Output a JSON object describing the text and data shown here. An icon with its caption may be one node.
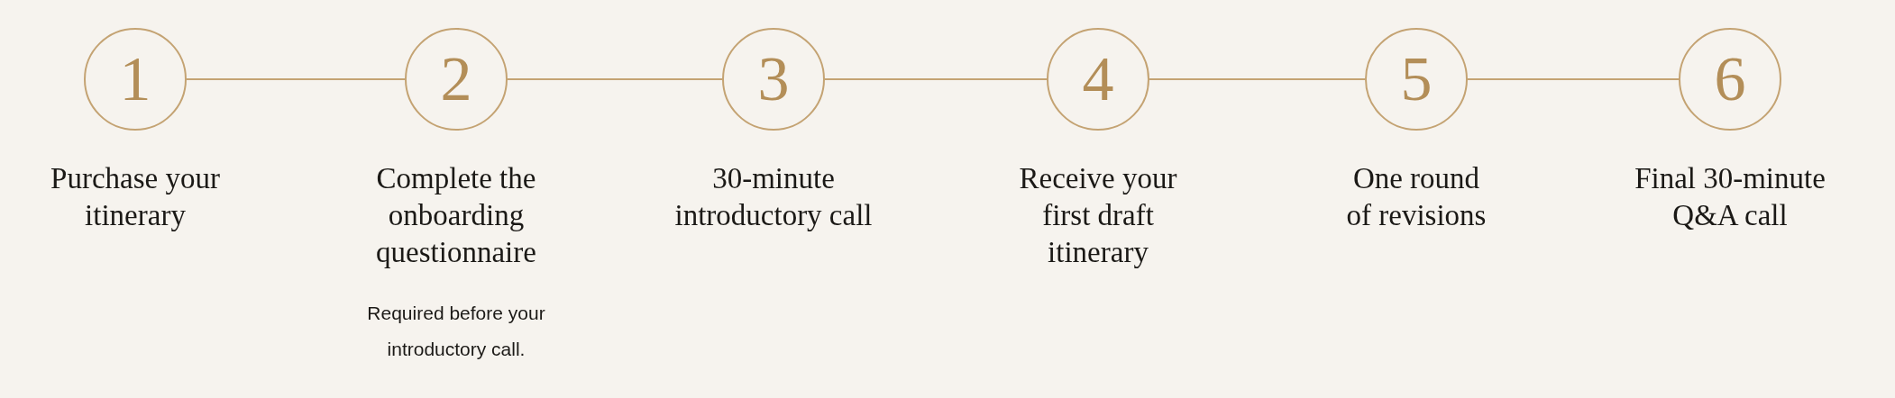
{
  "diagram": {
    "nodes": [
      {
        "text": [
          "1"
        ],
        "beside": [
          "Purchase your itinerary"
        ]
      },
      {
        "text": [
          "2"
        ],
        "beside": [
          "Complete the onboarding questionnaire",
          "Required before your introductory call."
        ]
      },
      {
        "text": [
          "3"
        ],
        "beside": [
          "30-minute introductory call"
        ]
      },
      {
        "text": [
          "4"
        ],
        "beside": [
          "Receive your first draft itinerary"
        ]
      },
      {
        "text": [
          "5"
        ],
        "beside": [
          "One round of revisions"
        ]
      },
      {
        "text": [
          "6"
        ],
        "beside": [
          "Final 30-minute Q&A call"
        ]
      }
    ],
    "edges": [
      {
        "from": 0,
        "to": 1,
        "arrow": "none"
      },
      {
        "from": 1,
        "to": 2,
        "arrow": "none"
      },
      {
        "from": 2,
        "to": 3,
        "arrow": "none"
      },
      {
        "from": 3,
        "to": 4,
        "arrow": "none"
      },
      {
        "from": 4,
        "to": 5,
        "arrow": "none"
      }
    ]
  }
}
